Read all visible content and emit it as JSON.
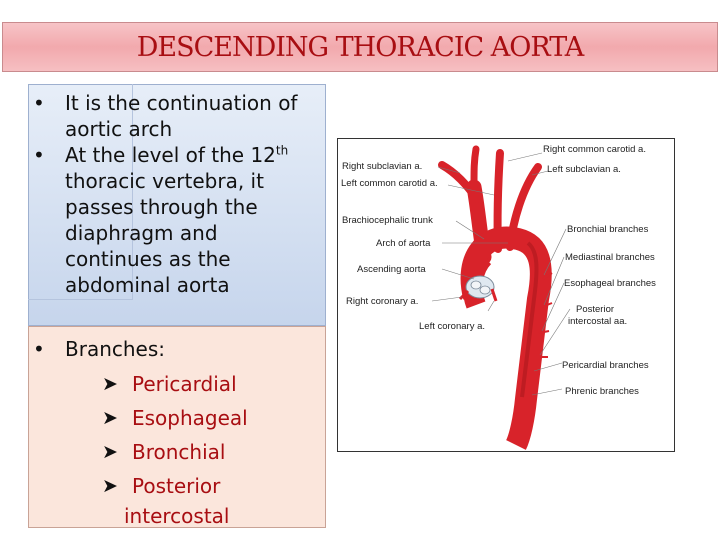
{
  "title": "DESCENDING THORACIC AORTA",
  "bullets": {
    "item1": "It is the continuation of aortic arch",
    "item2_pre": "At the level of the 12",
    "item2_sup": "th",
    "item2_post": " thoracic vertebra, it passes  through the diaphragm and continues as the abdominal aorta"
  },
  "branches": {
    "label": "Branches:",
    "items": [
      "Pericardial",
      "Esophageal",
      "Bronchial"
    ],
    "last_line1": "Posterior",
    "last_line2": "intercostal"
  },
  "diagram": {
    "labels": {
      "right_common_carotid": "Right common carotid a.",
      "right_subclavian": "Right subclavian a.",
      "left_subclavian": "Left subclavian a.",
      "left_common_carotid": "Left common carotid a.",
      "brachiocephalic": "Brachiocephalic trunk",
      "bronchial": "Bronchial branches",
      "arch": "Arch of aorta",
      "mediastinal": "Mediastinal branches",
      "ascending": "Ascending aorta",
      "esophageal": "Esophageal branches",
      "right_coronary": "Right coronary a.",
      "posterior": "Posterior",
      "intercostal": "intercostal aa.",
      "left_coronary": "Left coronary a.",
      "pericardial": "Pericardial branches",
      "phrenic": "Phrenic branches"
    },
    "colors": {
      "artery": "#d8232a",
      "artery_dark": "#a4161a",
      "valve": "#dfe8f0"
    }
  }
}
